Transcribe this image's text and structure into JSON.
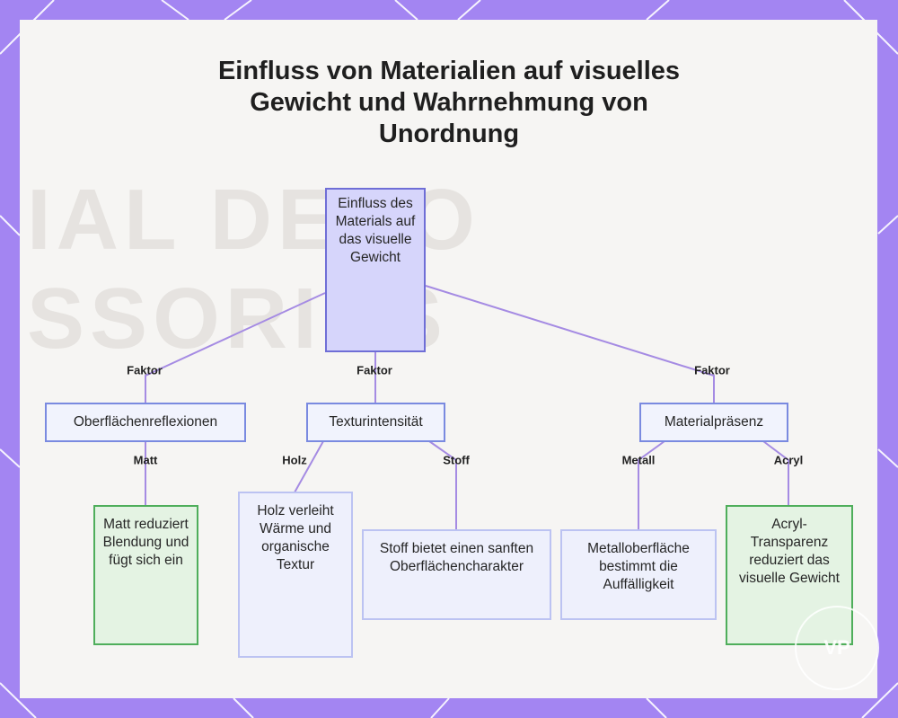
{
  "title": "Einfluss von Materialien auf visuelles Gewicht und Wahrnehmung von Unordnung",
  "watermark_text": "IAL DECO SSORIES",
  "badge_text": "VP",
  "nodes": {
    "root": "Einfluss des Materials auf das visuelle Gewicht",
    "oberflaechen": "Oberflächenreflexionen",
    "textur": "Texturintensität",
    "material": "Materialpräsenz",
    "matt": "Matt reduziert Blendung und fügt sich ein",
    "holz": "Holz verleiht Wärme und organische Textur",
    "stoff": "Stoff bietet einen sanften Oberflächencharakter",
    "metall": "Metalloberfläche bestimmt die Auffälligkeit",
    "acryl": "Acryl-Transparenz reduziert das visuelle Gewicht"
  },
  "edge_labels": {
    "faktor_left": "Faktor",
    "faktor_mid": "Faktor",
    "faktor_right": "Faktor",
    "matt": "Matt",
    "holz": "Holz",
    "stoff": "Stoff",
    "metall": "Metall",
    "acryl": "Acryl"
  },
  "colors": {
    "frame": "#a385f2",
    "frame_lines": "#ffffff",
    "edge": "#a58be3",
    "root_fill": "#d6d5fb",
    "root_border": "#6f6ed6",
    "green_fill": "#e4f3e3",
    "green_border": "#4fae5b"
  }
}
